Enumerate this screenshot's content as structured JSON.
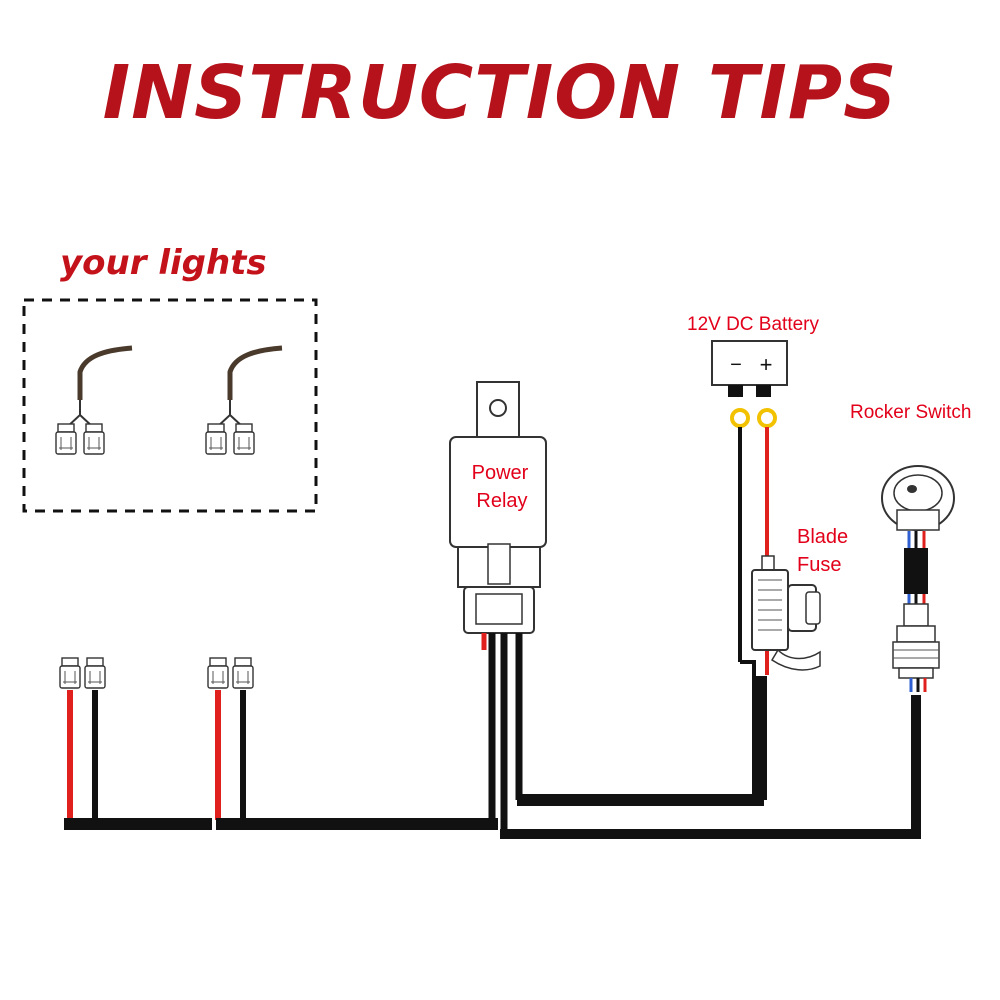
{
  "title": "INSTRUCTION TIPS",
  "lights_label": "your lights",
  "battery": {
    "label": "12V DC Battery",
    "minus": "−",
    "plus": "+"
  },
  "relay": {
    "line1": "Power",
    "line2": "Relay"
  },
  "fuse": {
    "line1": "Blade",
    "line2": "Fuse"
  },
  "switch_label": "Rocker Switch",
  "colors": {
    "title": "#b5121b",
    "label_red": "#e2001a",
    "wire_red": "#e0201c",
    "wire_black": "#111111",
    "lights_lead": "#4a3a2c",
    "terminal_yellow": "#f2c200",
    "switch_blue": "#2f5fd0"
  }
}
